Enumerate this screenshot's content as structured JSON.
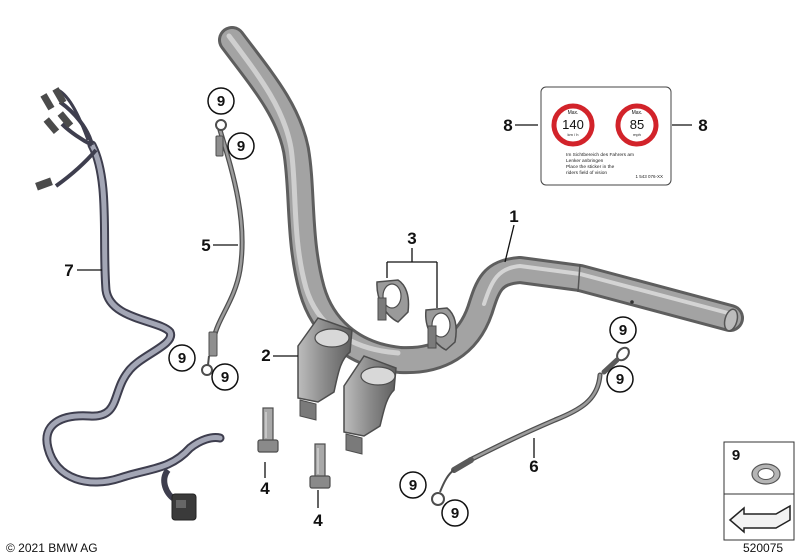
{
  "diagram": {
    "copyright": "© 2021 BMW AG",
    "diagram_number": "520075",
    "callouts": {
      "handlebar": "1",
      "riser": "2",
      "clamps": "3",
      "bolt_left": "4",
      "bolt_right": "4",
      "upper_hose": "5",
      "lower_hose": "6",
      "wiring_harness": "7",
      "sticker_left": "8",
      "sticker_right": "8",
      "fitting": "9"
    },
    "sticker": {
      "sign_left": {
        "top": "Max.",
        "value": "140",
        "unit": "km / h"
      },
      "sign_right": {
        "top": "Max.",
        "value": "85",
        "unit": "mph"
      },
      "text_lines": [
        "Im Sichtbereich des Fahrers am",
        "Lenker anbringen",
        "Place the sticker in the",
        "riders field of vision"
      ],
      "part_code": "1 543 076-XX"
    },
    "legend_box": {
      "label": "9"
    },
    "colors": {
      "sign_ring": "#d2232a",
      "part_grey": "#8e8e8e"
    }
  }
}
